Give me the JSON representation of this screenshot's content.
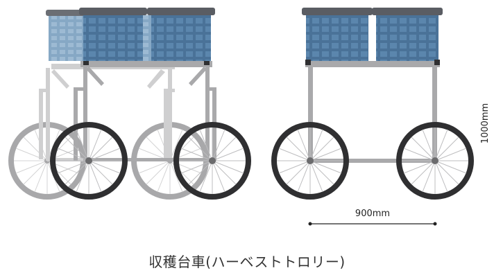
{
  "diagram": {
    "caption": "収穫台車(ハーベストトロリー)",
    "width_label": "900mm",
    "height_label": "1000mm"
  },
  "colors": {
    "basket_dark": "#4a7298",
    "basket_mid": "#5b86ad",
    "basket_light": "#88a9c6",
    "basket_lid": "#5a5d63",
    "frame": "#a9a9ab",
    "frame_light": "#cfcfd0",
    "tire_dark": "#2f2f31",
    "tire_light": "#a8a8aa",
    "spoke": "#bdbdbf"
  }
}
